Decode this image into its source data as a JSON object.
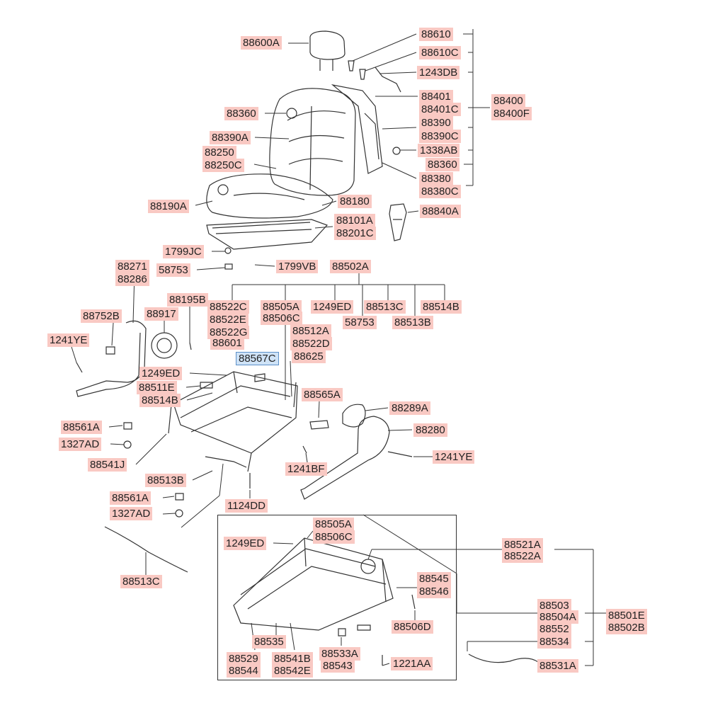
{
  "labels": {
    "l88600A": "88600A",
    "l88610": "88610",
    "l88610C": "88610C",
    "l1243DB": "1243DB",
    "l88401": "88401",
    "l88401C": "88401C",
    "l88400": "88400",
    "l88400F": "88400F",
    "l88360a": "88360",
    "l88390": "88390",
    "l88390C": "88390C",
    "l1338AB": "1338AB",
    "l88390A": "88390A",
    "l88360b": "88360",
    "l88250": "88250",
    "l88250C": "88250C",
    "l88380": "88380",
    "l88380C": "88380C",
    "l88190A": "88190A",
    "l88180": "88180",
    "l88840A": "88840A",
    "l88101A": "88101A",
    "l88201C": "88201C",
    "l1799JC": "1799JC",
    "l58753a": "58753",
    "l1799VB": "1799VB",
    "l88502A": "88502A",
    "l88271": "88271",
    "l88286": "88286",
    "l88195B": "88195B",
    "l88522C": "88522C",
    "l88522E": "88522E",
    "l88522G": "88522G",
    "l88601": "88601",
    "l88505Aa": "88505A",
    "l88506Ca": "88506C",
    "l1249EDa": "1249ED",
    "l88513C": "88513C",
    "l88514B": "88514B",
    "l58753b": "58753",
    "l88513Ba": "88513B",
    "l88752B": "88752B",
    "l88917": "88917",
    "l1241YEa": "1241YE",
    "l88512A": "88512A",
    "l88522D": "88522D",
    "l88625": "88625",
    "l88567C": "88567C",
    "l1249EDb": "1249ED",
    "l88511E": "88511E",
    "l88514Bb": "88514B",
    "l88565A": "88565A",
    "l88289A": "88289A",
    "l88280": "88280",
    "l88561Aa": "88561A",
    "l1327ADa": "1327AD",
    "l88541J": "88541J",
    "l1241BF": "1241BF",
    "l1241YEb": "1241YE",
    "l88513Bb": "88513B",
    "l88561Ab": "88561A",
    "l1124DD": "1124DD",
    "l1327ADb": "1327AD",
    "l88513Cb": "88513C",
    "l88505Ab": "88505A",
    "l88506Cb": "88506C",
    "l1249EDc": "1249ED",
    "l88521A": "88521A",
    "l88522A": "88522A",
    "l88545": "88545",
    "l88546": "88546",
    "l88503": "88503",
    "l88504A": "88504A",
    "l88552": "88552",
    "l88501E": "88501E",
    "l88502B": "88502B",
    "l88506D": "88506D",
    "l88535": "88535",
    "l88534": "88534",
    "l88529": "88529",
    "l88544": "88544",
    "l88541B": "88541B",
    "l88542E": "88542E",
    "l88533A": "88533A",
    "l88543": "88543",
    "l1221AA": "1221AA",
    "l88531A": "88531A"
  },
  "colors": {
    "label_bg": "#f9c9c3",
    "highlight_bg": "#cfe3f7",
    "highlight_border": "#5c90c8",
    "line": "#333333"
  }
}
